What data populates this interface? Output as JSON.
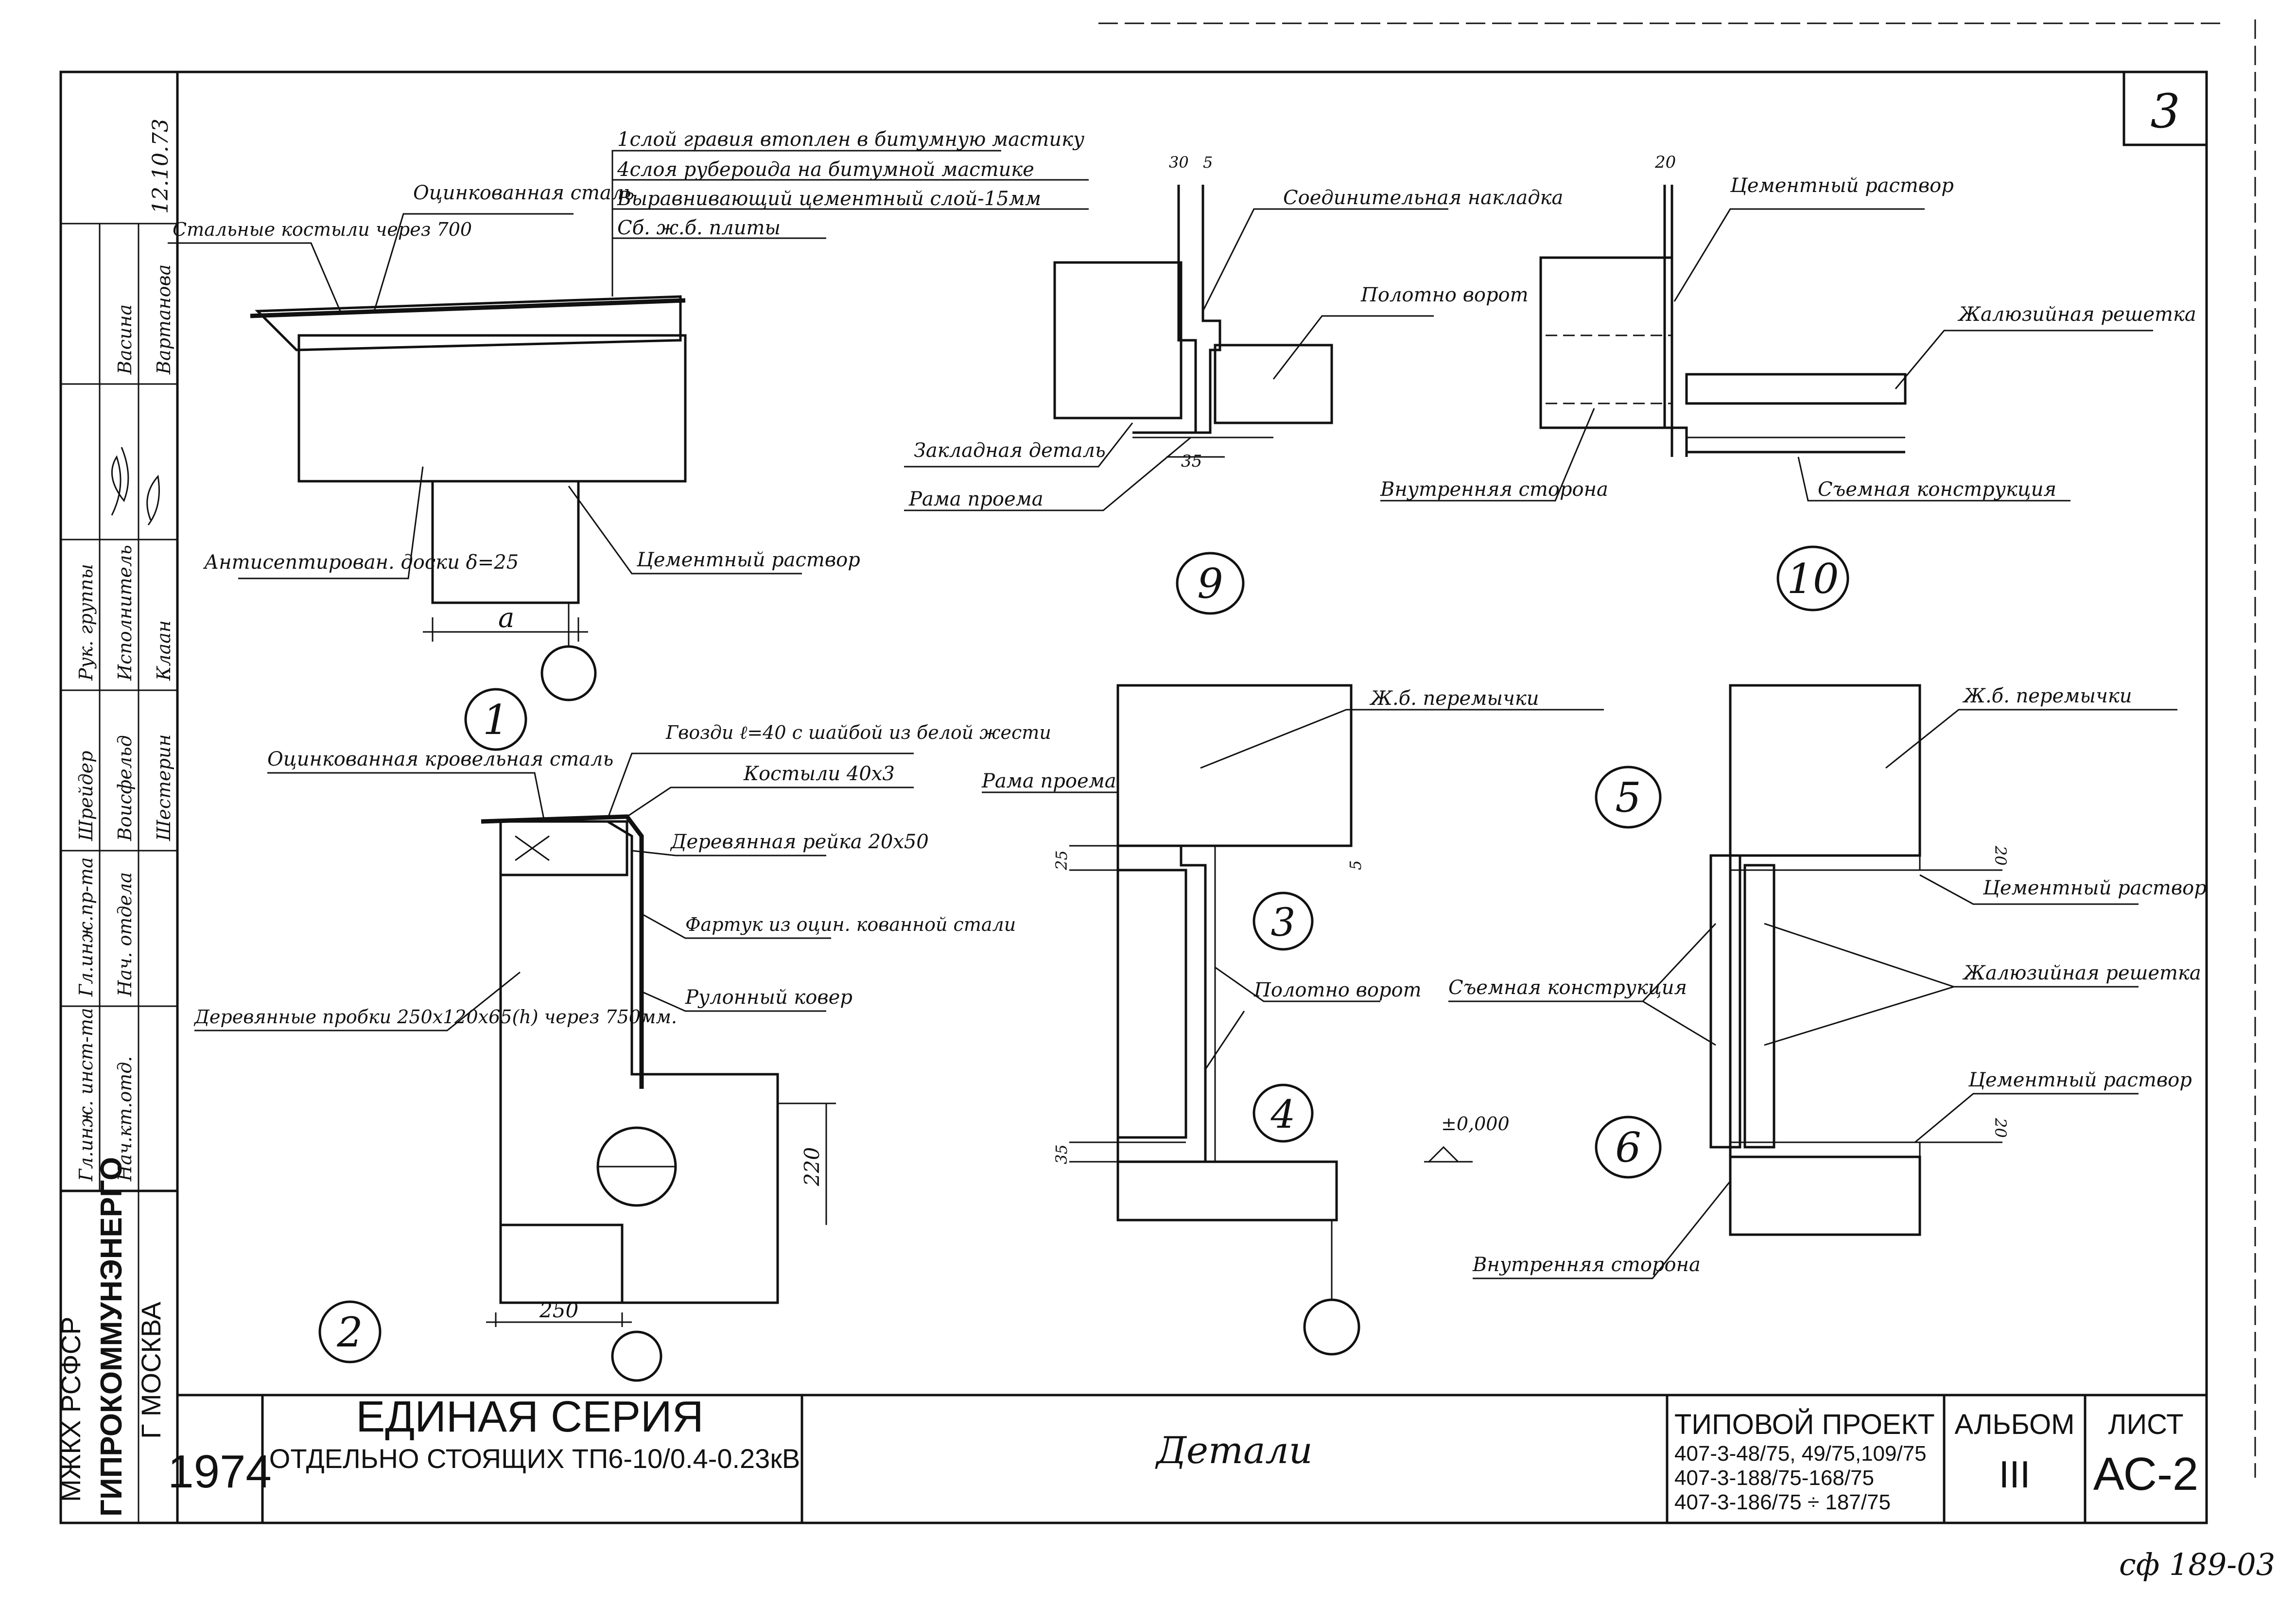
{
  "sheet_number": "3",
  "stamp_side": {
    "org_line1": "МЖКХ РСФСР",
    "org_line2": "ГИПРОКОММУНЭНЕРГО",
    "org_line3": "Г МОСКВА",
    "date": "12.10.73",
    "signatures": [
      {
        "role": "Нач. отдела"
      },
      {
        "role": "Гл. инж. пр-та"
      },
      {
        "role": "Нач.ктр. отд."
      },
      {
        "role": "Гл. инж. инст-та"
      }
    ],
    "roles": [
      "Гл.инж. инст-та",
      "Нач.кт.отд.",
      "Гл.инж.пр-та",
      "Нач. отдела",
      "Рук. группы",
      "Исполнитель"
    ],
    "names": [
      "Шрейдер",
      "Воисфельд",
      "Шестерин",
      "Клаан",
      "Васина",
      "Вартанова"
    ]
  },
  "title_block": {
    "year": "1974",
    "series_line1": "ЕДИНАЯ СЕРИЯ",
    "series_line2": "ОТДЕЛЬНО СТОЯЩИХ ТП6-10/0.4-0.23кВ",
    "sheet_title": "Детали",
    "project_label": "ТИПОВОЙ ПРОЕКТ",
    "project_lines": [
      "407-3-48/75, 49/75,109/75",
      "407-3-188/75-168/75",
      "407-3-186/75 ÷ 187/75"
    ],
    "album_label": "АЛЬБОМ",
    "album_value": "III",
    "sheet_label": "ЛИСТ",
    "sheet_value": "АС-2"
  },
  "archive_code": "сф 189-03",
  "details": {
    "d1": {
      "number": "1",
      "labels": {
        "steel": "Стальные костыли через 700",
        "galv": "Оцинкованная сталь",
        "layer1": "1слой гравия втоплен в битумную мастику",
        "layer2": "4слоя рубероида на битумной мастике",
        "layer3": "Выравнивающий цементный слой-15мм",
        "layer4": "Сб. ж.б. плиты",
        "board": "Антисептирован. доски δ=25",
        "mortar": "Цементный раствор",
        "dim_a": "а"
      }
    },
    "d2": {
      "number": "2",
      "labels": {
        "galv_roof": "Оцинкованная кровельная сталь",
        "nails": "Гвозди ℓ=40 с шайбой из белой жести",
        "crutch": "Костыли 40х3",
        "rail": "Деревянная рейка 20х50",
        "apron": "Фартук из оцин. кованной стали",
        "roll": "Рулонный ковер",
        "plugs": "Деревянные пробки 250х120х65(h) через 750мм.",
        "dim_220": "220",
        "dim_250": "250"
      }
    },
    "d9": {
      "number": "9",
      "labels": {
        "cover": "Соединительная накладка",
        "leaf": "Полотно ворот",
        "embed": "Закладная деталь",
        "frame": "Рама проема",
        "dim_30": "30",
        "dim_5": "5",
        "dim_35": "35"
      }
    },
    "d10": {
      "number": "10",
      "labels": {
        "mortar": "Цементный раствор",
        "grille": "Жалюзийная решетка",
        "inside": "Внутренняя сторона",
        "removable": "Съемная конструкция",
        "dim_20": "20"
      }
    },
    "d34": {
      "number_top": "3",
      "number_bottom": "4",
      "labels": {
        "lintel": "Ж.б. перемычки",
        "frame": "Рама проема",
        "leaf": "Полотно ворот",
        "level": "±0,000",
        "dim_25": "25",
        "dim_5": "5",
        "dim_35": "35"
      }
    },
    "d56": {
      "number_top": "5",
      "number_bottom": "6",
      "labels": {
        "lintel": "Ж.б. перемычки",
        "mortar_top": "Цементный раствор",
        "removable": "Съемная конструкция",
        "grille": "Жалюзийная решетка",
        "mortar_bottom": "Цементный раствор",
        "inside": "Внутренняя сторона",
        "dim_20a": "20",
        "dim_20b": "20"
      }
    }
  }
}
